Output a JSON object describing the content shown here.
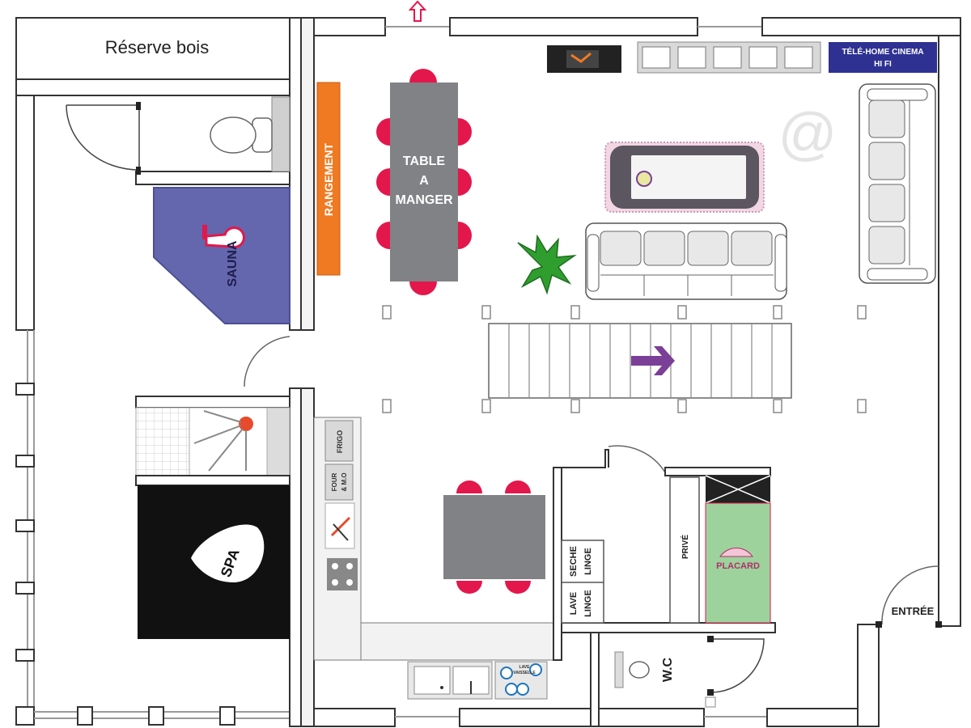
{
  "plan": {
    "title": "",
    "colors": {
      "wall": "#ffffff",
      "wall_outline": "#3a3a3a",
      "wood": "#f0f0f0",
      "rangement": "#f07a22",
      "table": "#808285",
      "chair": "#e3174b",
      "sauna": "#6467ad",
      "spa": "#111111",
      "placard": "#9dd29d",
      "tv_panel": "#2e3192",
      "arrow": "#7b3f98",
      "plant": "#2f9e2f"
    },
    "labels": {
      "reserve_bois": "Réserve bois",
      "rangement": "RANGEMENT",
      "table_manger": [
        "TABLE",
        "A",
        "MANGER"
      ],
      "sauna": "SAUNA",
      "spa": "SPA",
      "tv": [
        "TÉLÉ-HOME CINEMA",
        "HI FI"
      ],
      "frigo": "FRIGO",
      "four": [
        "FOUR",
        "& M.O"
      ],
      "seche_linge": [
        "SECHE",
        "LINGE"
      ],
      "lave_linge": [
        "LAVE",
        "LINGE"
      ],
      "lave_vaisselle": [
        "LAVE",
        "VAISSELLE"
      ],
      "prive": "PRIVÉ",
      "placard": "PLACARD",
      "wc": "W.C",
      "entree": "ENTRÉE",
      "at_sign": "@"
    }
  }
}
